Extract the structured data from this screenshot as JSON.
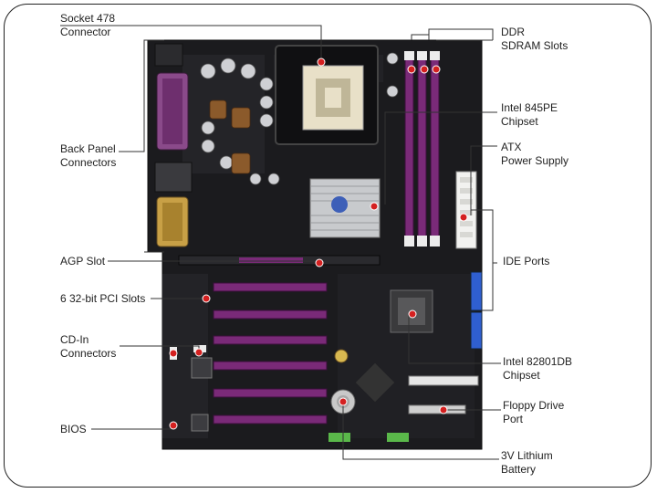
{
  "labels": {
    "socket": [
      "Socket 478",
      "Connector"
    ],
    "back_panel": [
      "Back Panel",
      "Connectors"
    ],
    "agp": [
      "AGP Slot"
    ],
    "pci": [
      "6 32-bit PCI Slots"
    ],
    "cdin": [
      "CD-In",
      "Connectors"
    ],
    "bios": [
      "BIOS"
    ],
    "ddr": [
      "DDR",
      "SDRAM Slots"
    ],
    "chipset845": [
      "Intel 845PE",
      "Chipset"
    ],
    "atx": [
      "ATX",
      "Power Supply"
    ],
    "ide": [
      "IDE Ports"
    ],
    "ich4": [
      "Intel 82801DB",
      "Chipset"
    ],
    "floppy": [
      "Floppy Drive",
      "Port"
    ],
    "battery": [
      "3V Lithium",
      "Battery"
    ]
  },
  "colors": {
    "board": "#1b1b1e",
    "slot_purple": "#7a2a78",
    "callout_red": "#d42020",
    "line": "#333333"
  }
}
